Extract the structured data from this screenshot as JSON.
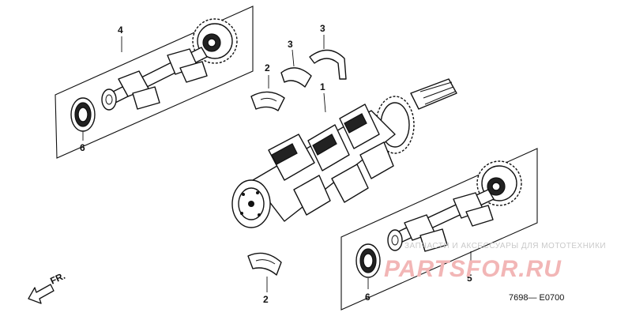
{
  "callouts": {
    "part_1": "1",
    "part_2_upper": "2",
    "part_2_lower": "2",
    "part_3_left": "3",
    "part_3_right": "3",
    "part_4": "4",
    "part_5": "5",
    "part_6_upper": "6",
    "part_6_lower": "6"
  },
  "direction_marker": "FR.",
  "diagram_code": "7698— E0700",
  "watermark": {
    "tagline": "ЗАПЧАСТИ И АКСЕССУАРЫ ДЛЯ МОТОТЕХНИКИ",
    "brand": "PARTSFOR.RU",
    "color": "#e88a8a"
  }
}
